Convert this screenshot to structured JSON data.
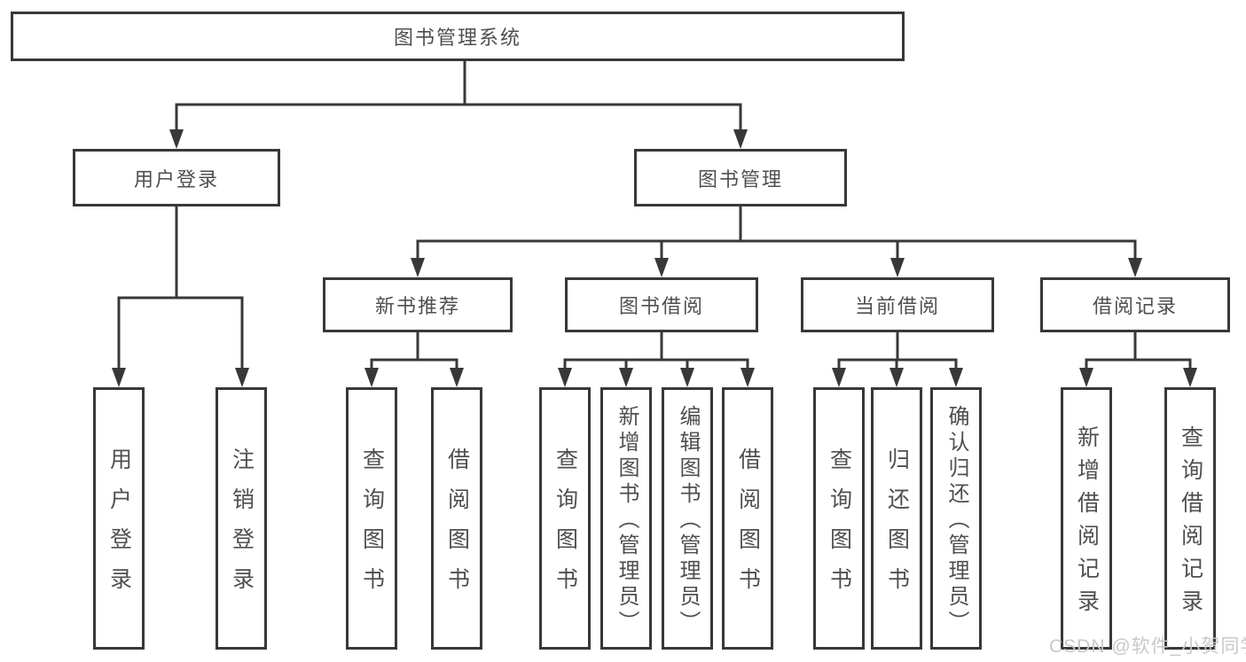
{
  "tree": {
    "root": "图书管理系统",
    "branches": [
      {
        "label": "用户登录",
        "children": [
          "用户登录",
          "注销登录"
        ]
      },
      {
        "label": "图书管理",
        "groups": [
          {
            "label": "新书推荐",
            "children": [
              "查询图书",
              "借阅图书"
            ]
          },
          {
            "label": "图书借阅",
            "children": [
              "查询图书",
              "新增图书（管理员）",
              "编辑图书（管理员）",
              "借阅图书"
            ]
          },
          {
            "label": "当前借阅",
            "children": [
              "查询图书",
              "归还图书",
              "确认归还（管理员）"
            ]
          },
          {
            "label": "借阅记录",
            "children": [
              "新增借阅记录",
              "查询借阅记录"
            ]
          }
        ]
      }
    ]
  },
  "watermark": {
    "text": "CSDN @软件_小贺同学"
  },
  "colors": {
    "line": "#383838",
    "box_border": "#383838",
    "box_background": "#ffffff",
    "text": "#4d4f52",
    "watermark": "#c6c9ce",
    "page_background": "#ffffff"
  }
}
